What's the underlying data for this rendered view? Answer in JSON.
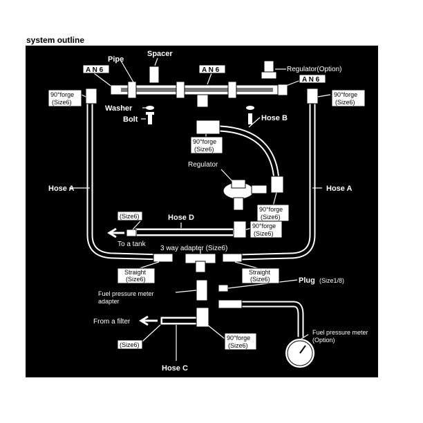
{
  "page_title": "system outline",
  "labels": {
    "pipe": "Pipe",
    "spacer": "Spacer",
    "an6_left": "A N 6",
    "an6_mid": "A N 6",
    "an6_right": "A N 6",
    "regulator_option": "Regulator(Option)",
    "forge_left_l1": "90°forge",
    "forge_left_l2": "(Size6)",
    "forge_right_l1": "90°forge",
    "forge_right_l2": "(Size6)",
    "washer": "Washer",
    "bolt": "Bolt",
    "hose_b": "Hose B",
    "forge_mid_l1": "90°forge",
    "forge_mid_l2": "(Size6)",
    "regulator": "Regulator",
    "hose_a_left": "Hose A",
    "hose_a_right": "Hose A",
    "forge_reg_l1": "90°forge",
    "forge_reg_l2": "(Size6)",
    "size6_d": "(Size6)",
    "hose_d": "Hose D",
    "forge_d_l1": "90°forge",
    "forge_d_l2": "(Size6)",
    "to_tank": "To a tank",
    "three_way": "3 way adapter (Size6)",
    "straight_left_l1": "Straight",
    "straight_left_l2": "(Size6)",
    "straight_right_l1": "Straight",
    "straight_right_l2": "(Size6)",
    "plug": "Plug",
    "plug_size": "(Size1/8)",
    "fpm_adapter_l1": "Fuel pressure meter",
    "fpm_adapter_l2": "adapter",
    "from_filter": "From a filter",
    "size6_c": "(Size6)",
    "forge_c_l1": "90°forge",
    "forge_c_l2": "(Size6)",
    "hose_c": "Hose C",
    "fpm_l1": "Fuel pressure meter",
    "fpm_l2": "(Option)"
  }
}
